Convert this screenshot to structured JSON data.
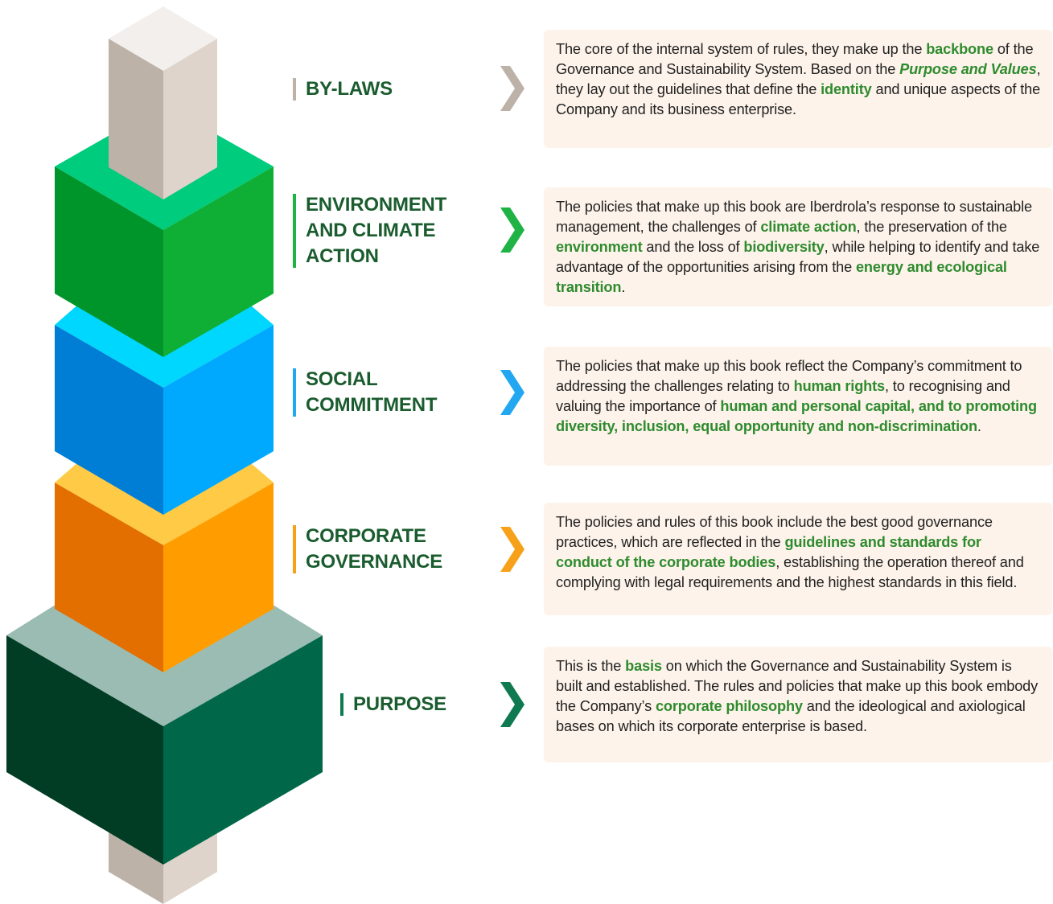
{
  "sections": [
    {
      "label_lines": [
        "BY-LAWS"
      ],
      "bar_color": "#bdb2a7",
      "chevron_color": "#bdb2a7",
      "description": [
        {
          "t": "The core of the internal system of rules, they make up the "
        },
        {
          "t": "backbone",
          "b": true
        },
        {
          "t": " of the Governance and Sustainability System. Based on the "
        },
        {
          "t": "Purpose and Values",
          "b": true,
          "i": true
        },
        {
          "t": ", they lay out the guidelines that define the "
        },
        {
          "t": "identity",
          "b": true
        },
        {
          "t": " and unique aspects of the Company and its business enterprise."
        }
      ]
    },
    {
      "label_lines": [
        "ENVIRONMENT",
        "AND CLIMATE",
        "ACTION"
      ],
      "bar_color": "#1fb345",
      "chevron_color": "#1fb345",
      "description": [
        {
          "t": "The policies that make up this book are Iberdrola’s response to sustainable management, the challenges of "
        },
        {
          "t": "climate action",
          "b": true
        },
        {
          "t": ", the preservation of the "
        },
        {
          "t": "environment",
          "b": true
        },
        {
          "t": " and the loss of "
        },
        {
          "t": "biodiversity",
          "b": true
        },
        {
          "t": ", while helping to identify and take advantage of the opportunities arising from the "
        },
        {
          "t": "energy and ecological transition",
          "b": true
        },
        {
          "t": "."
        }
      ]
    },
    {
      "label_lines": [
        "SOCIAL",
        "COMMITMENT"
      ],
      "bar_color": "#22a7f0",
      "chevron_color": "#22a7f0",
      "description": [
        {
          "t": "The policies that make up this book reflect the Company’s commitment to addressing the challenges relating to "
        },
        {
          "t": "human rights",
          "b": true
        },
        {
          "t": ", to recognising and valuing the importance of "
        },
        {
          "t": "human and personal capital, and to promoting diversity, inclusion, equal opportunity and non-discrimination",
          "b": true
        },
        {
          "t": "."
        }
      ]
    },
    {
      "label_lines": [
        "CORPORATE",
        "GOVERNANCE"
      ],
      "bar_color": "#f7a11a",
      "chevron_color": "#f7a11a",
      "description": [
        {
          "t": "The policies and rules of this book include the best good governance practices, which are reflected in the "
        },
        {
          "t": "guidelines and standards for conduct of the corporate bodies",
          "b": true
        },
        {
          "t": ", establishing the operation thereof and complying with legal requirements and the highest standards in this field."
        }
      ]
    },
    {
      "label_lines": [
        "PURPOSE"
      ],
      "bar_color": "#0f7a4f",
      "chevron_color": "#0f7a4f",
      "description": [
        {
          "t": "This is the "
        },
        {
          "t": "basis",
          "b": true
        },
        {
          "t": " on which the Governance and Sustainability System is built and established. The rules and policies that make up this book embody the Company’s "
        },
        {
          "t": "corporate philosophy",
          "b": true
        },
        {
          "t": " and the ideological and axiological bases on which its corporate enterprise is based."
        }
      ]
    }
  ],
  "colors": {
    "label_text": "#1a5c2e",
    "highlight_text": "#2e8b2e",
    "card_background": "#fdf3ea",
    "pillar_top": "#f2efec",
    "pillar_left": "#bdb2a7",
    "pillar_right": "#ded4cb",
    "green_top": "#00cc7e",
    "green_left": "#00952a",
    "green_right": "#0faf35",
    "blue_top": "#00d7fe",
    "blue_left": "#007ed6",
    "blue_right": "#00a9fe",
    "orange_top": "#ffcb46",
    "orange_left": "#e36f00",
    "orange_right": "#ff9d00",
    "dark_top": "#9bbcb2",
    "dark_left": "#003d24",
    "dark_right": "#006848"
  }
}
